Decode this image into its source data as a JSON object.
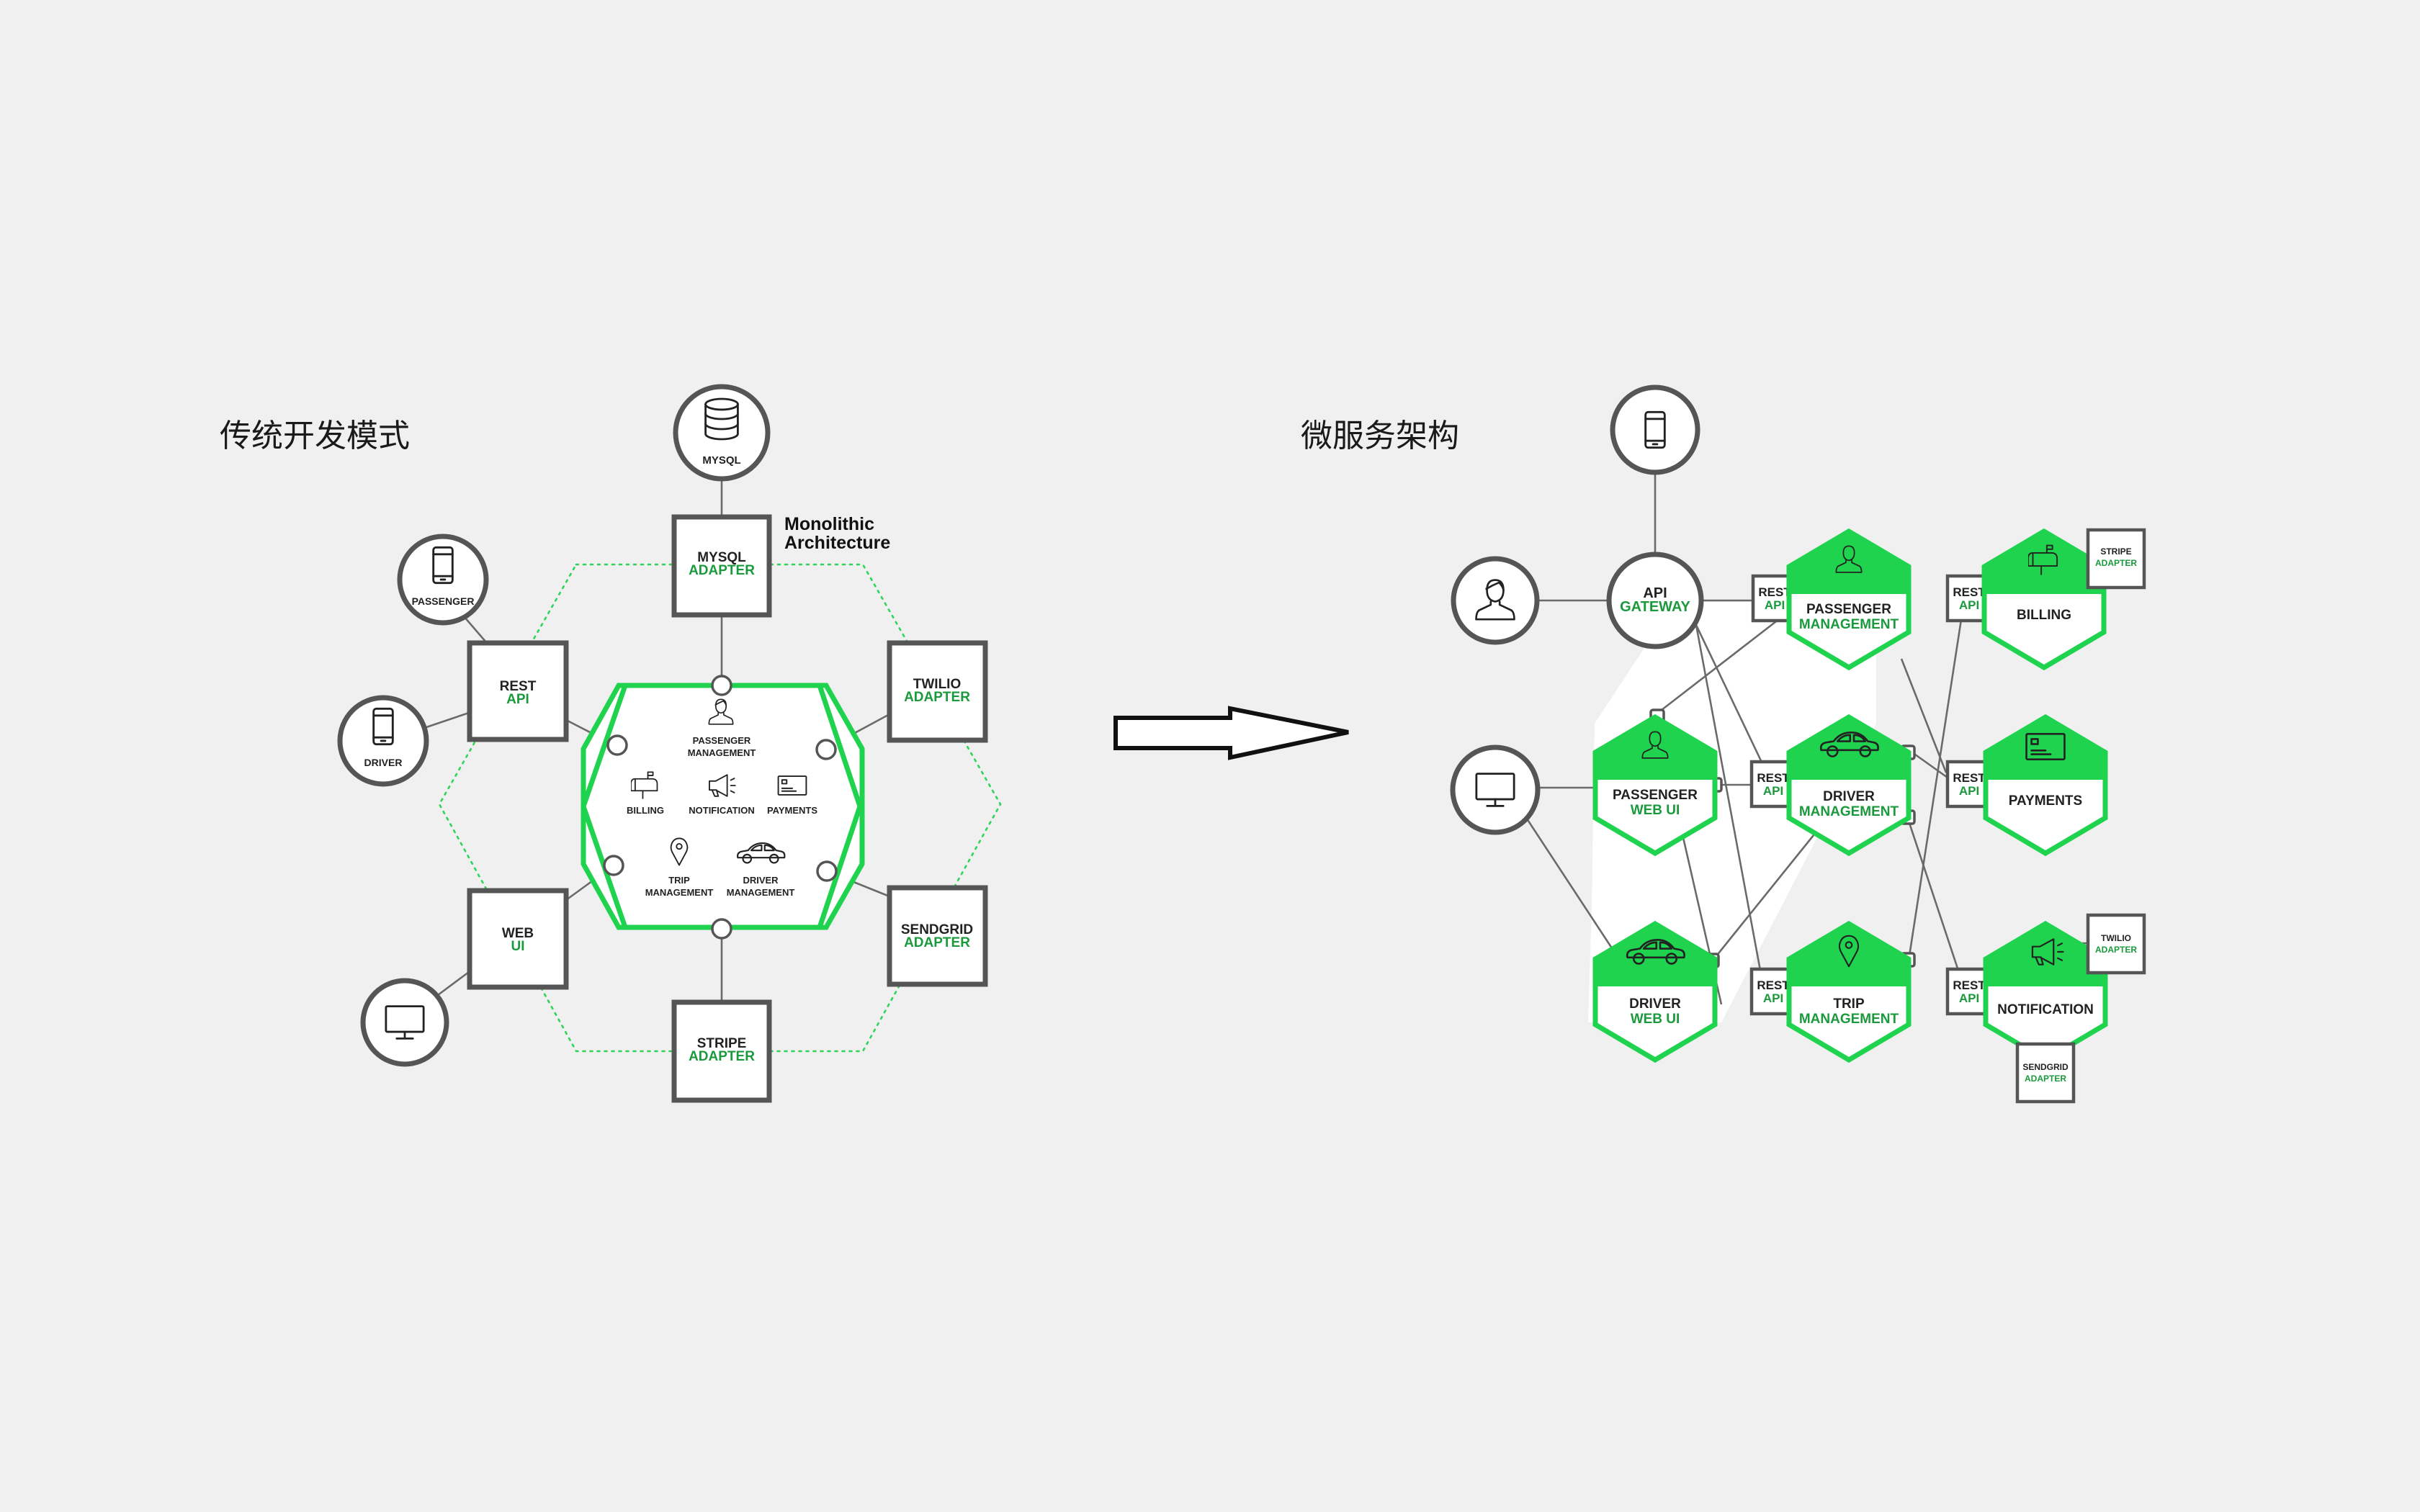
{
  "left": {
    "title": "传统开发模式",
    "architecture_label": [
      "Monolithic",
      "Architecture"
    ],
    "mysql": "MYSQL",
    "passenger": "PASSENGER",
    "driver": "DRIVER",
    "mysql_adapter": [
      "MYSQL",
      "ADAPTER"
    ],
    "rest_api": [
      "REST",
      "API"
    ],
    "twilio_adapter": [
      "TWILIO",
      "ADAPTER"
    ],
    "web_ui": [
      "WEB",
      "UI"
    ],
    "sendgrid_adapter": [
      "SENDGRID",
      "ADAPTER"
    ],
    "stripe_adapter": [
      "STRIPE",
      "ADAPTER"
    ],
    "core": {
      "passenger_management": [
        "PASSENGER",
        "MANAGEMENT"
      ],
      "billing": "BILLING",
      "notification": "NOTIFICATION",
      "payments": "PAYMENTS",
      "trip_management": [
        "TRIP",
        "MANAGEMENT"
      ],
      "driver_management": [
        "DRIVER",
        "MANAGEMENT"
      ]
    }
  },
  "right": {
    "title": "微服务架构",
    "api_gateway": [
      "API",
      "GATEWAY"
    ],
    "rest_api": [
      "REST",
      "API"
    ],
    "passenger_management": [
      "PASSENGER",
      "MANAGEMENT"
    ],
    "billing": "BILLING",
    "stripe_adapter": [
      "STRIPE",
      "ADAPTER"
    ],
    "passenger_web_ui": [
      "PASSENGER",
      "WEB UI"
    ],
    "driver_management": [
      "DRIVER",
      "MANAGEMENT"
    ],
    "payments": "PAYMENTS",
    "driver_web_ui": [
      "DRIVER",
      "WEB UI"
    ],
    "trip_management": [
      "TRIP",
      "MANAGEMENT"
    ],
    "notification": "NOTIFICATION",
    "twilio_adapter": [
      "TWILIO",
      "ADAPTER"
    ],
    "sendgrid_adapter": [
      "SENDGRID",
      "ADAPTER"
    ]
  },
  "colors": {
    "green": "#1fd34e",
    "green_text": "#1a9a3c",
    "gray": "#555555",
    "background": "#f0f0f0"
  },
  "icons": [
    "database-icon",
    "phone-icon",
    "monitor-icon",
    "person-icon",
    "car-icon",
    "mailbox-icon",
    "megaphone-icon",
    "card-icon",
    "pin-icon",
    "arrow-icon"
  ]
}
